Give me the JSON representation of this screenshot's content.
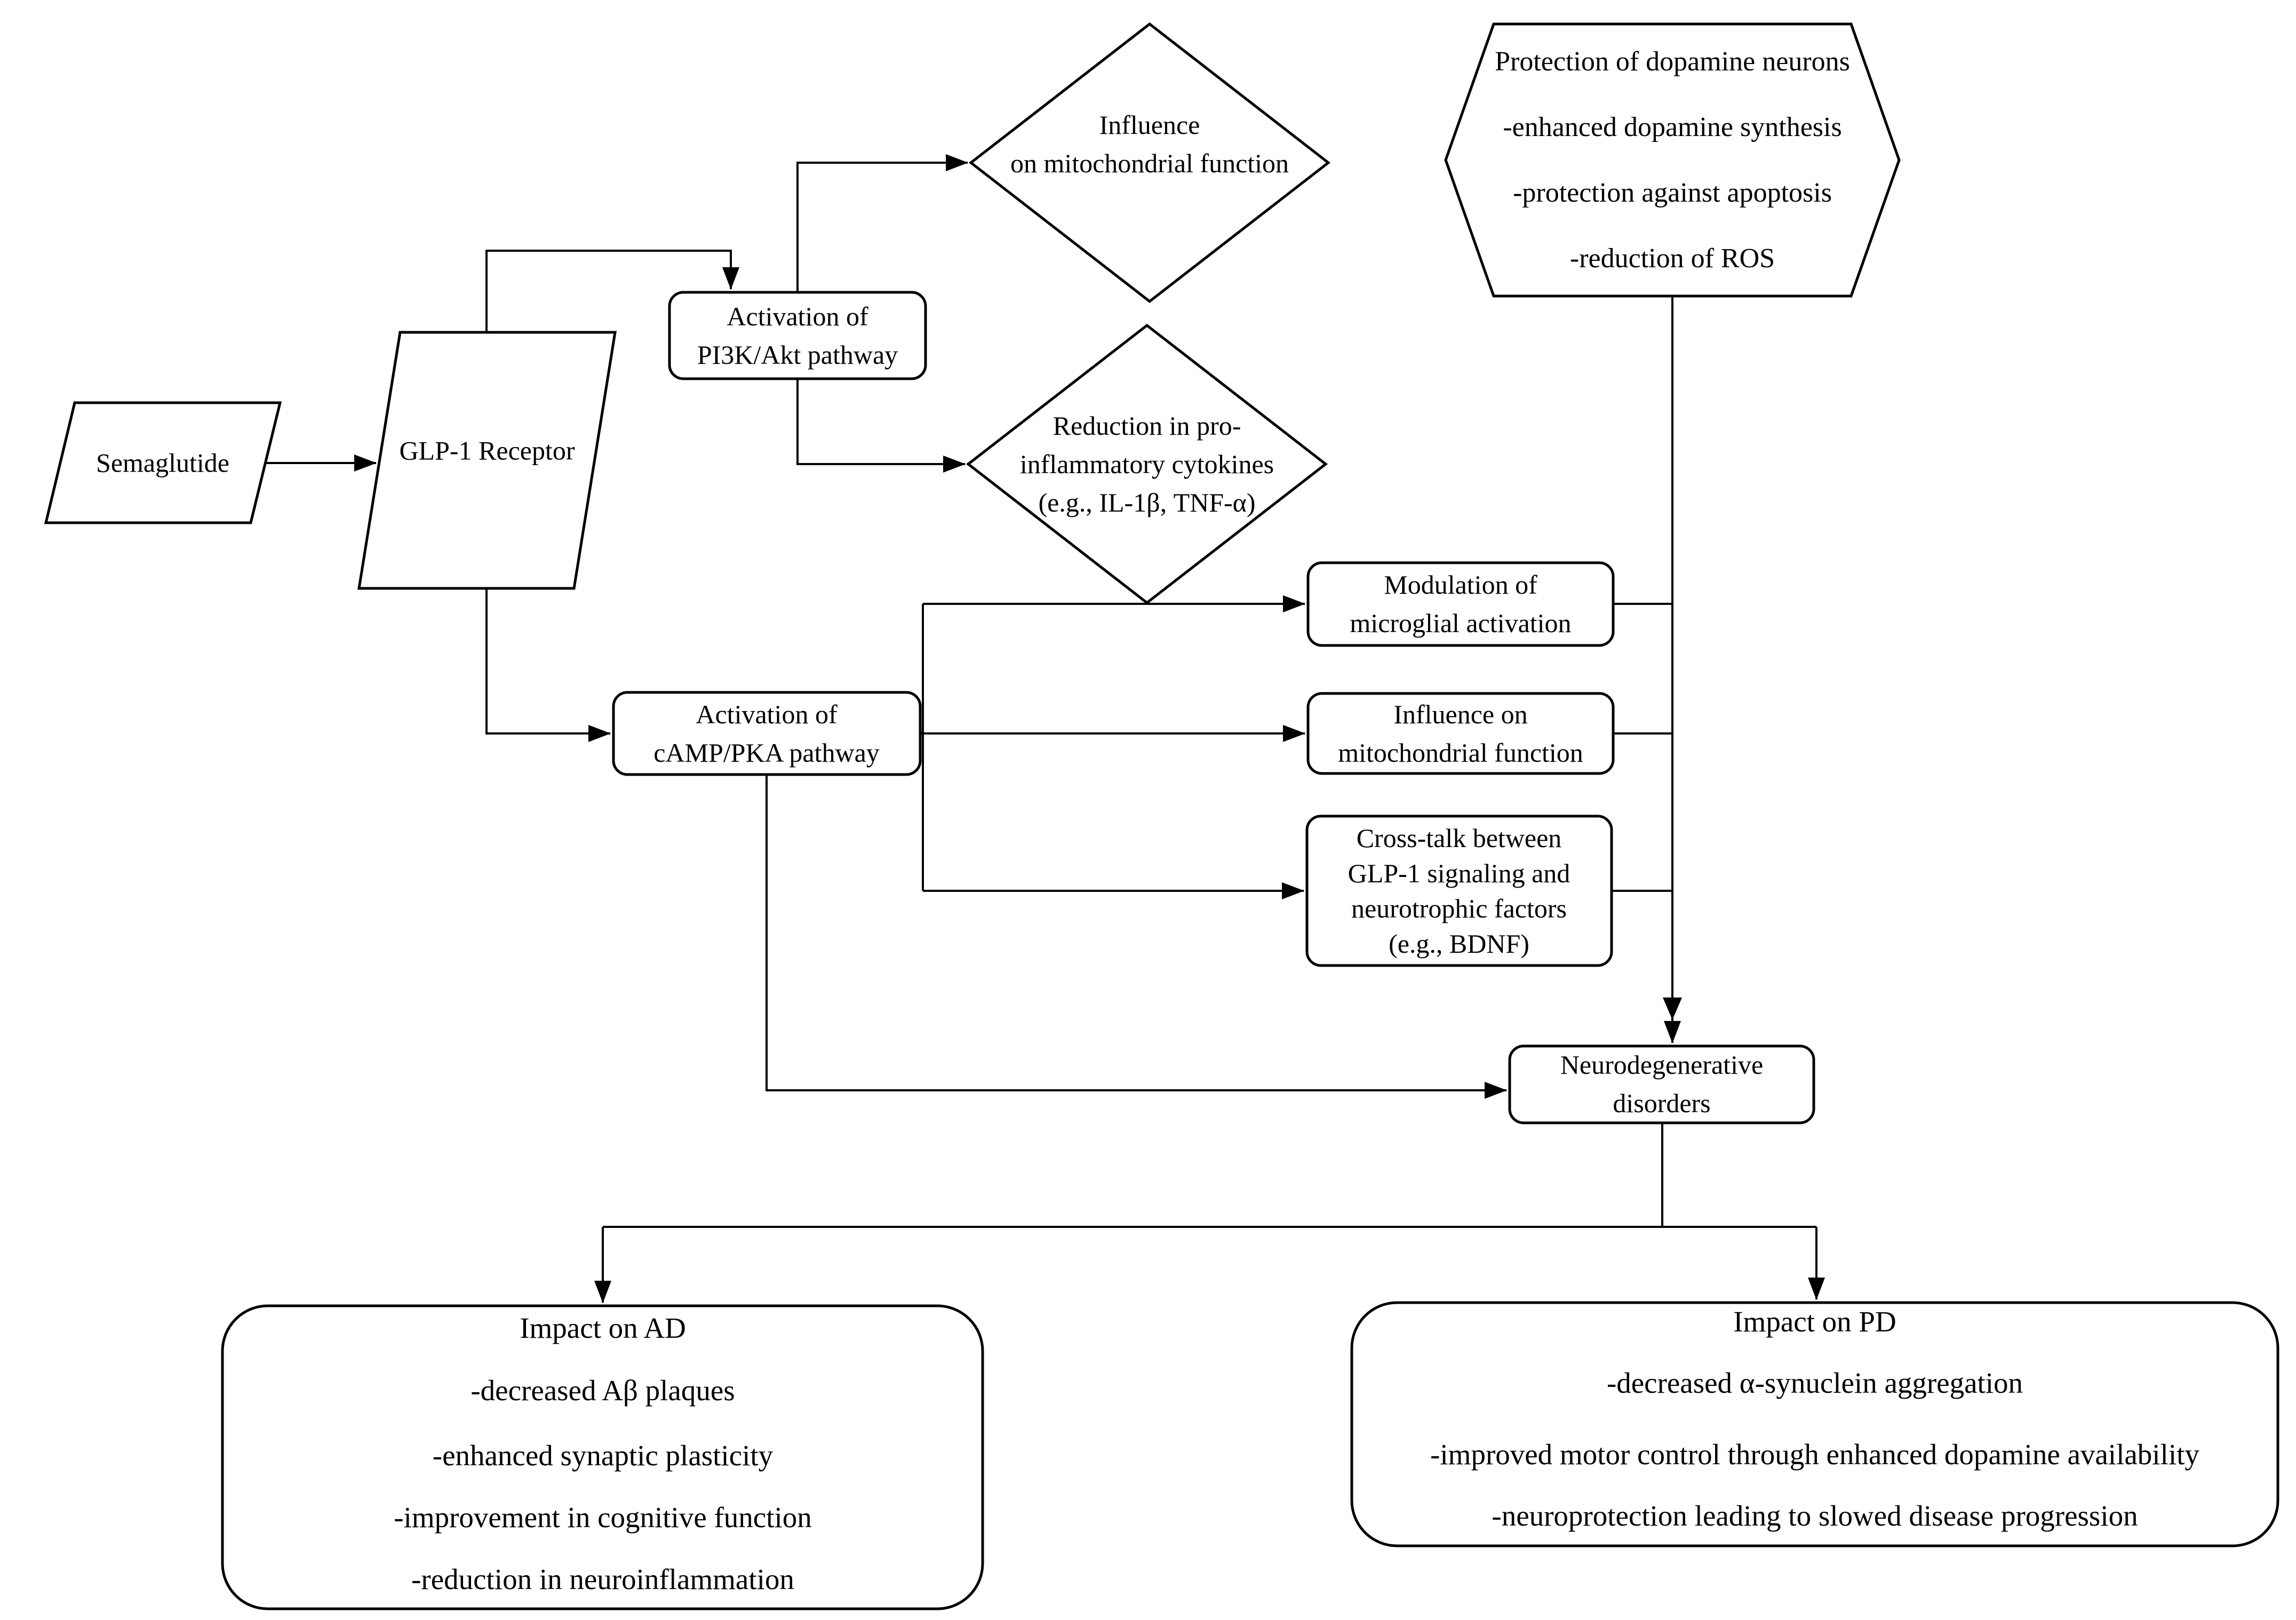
{
  "nodes": {
    "semaglutide": "Semaglutide",
    "glp1_receptor": "GLP-1 Receptor",
    "pi3k_pathway": "Activation of\nPI3K/Akt pathway",
    "camp_pathway": "Activation of\ncAMP/PKA pathway",
    "mitochondrial_diamond": "Influence\non mitochondrial function",
    "cytokines_diamond": "Reduction in pro-\ninflammatory cytokines\n(e.g., IL-1β, TNF-α)",
    "dopamine_hexagon": "Protection of dopamine neurons\n-enhanced dopamine synthesis\n-protection against apoptosis\n-reduction of ROS",
    "microglial_activation": "Modulation of\nmicroglial activation",
    "mitochondrial_function": "Influence on\nmitochondrial function",
    "crosstalk": "Cross-talk between\nGLP-1 signaling and\nneurotrophic factors\n(e.g., BDNF)",
    "neurodegenerative": "Neurodegenerative\ndisorders",
    "impact_ad": {
      "title": "Impact on AD",
      "items": [
        "-decreased Aβ plaques",
        "-enhanced synaptic plasticity",
        "-improvement in cognitive function",
        "-reduction in neuroinflammation"
      ]
    },
    "impact_pd": {
      "title": "Impact on PD",
      "items": [
        "-decreased α-synuclein aggregation",
        "-improved motor control through enhanced dopamine availability",
        "-neuroprotection leading to slowed disease progression"
      ]
    }
  },
  "colors": {
    "line": "#000000",
    "text": "#000000",
    "background": "#ffffff"
  }
}
